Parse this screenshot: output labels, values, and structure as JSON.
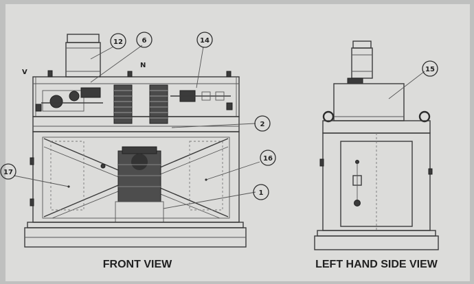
{
  "views": {
    "front_title": "FRONT VIEW",
    "side_title": "LEFT HAND SIDE VIEW"
  },
  "callouts": {
    "c1": "1",
    "c2": "2",
    "c6": "6",
    "c12": "12",
    "c14": "14",
    "c15": "15",
    "c16": "16",
    "c17": "17"
  },
  "letters": {
    "v": "V",
    "n": "N"
  }
}
